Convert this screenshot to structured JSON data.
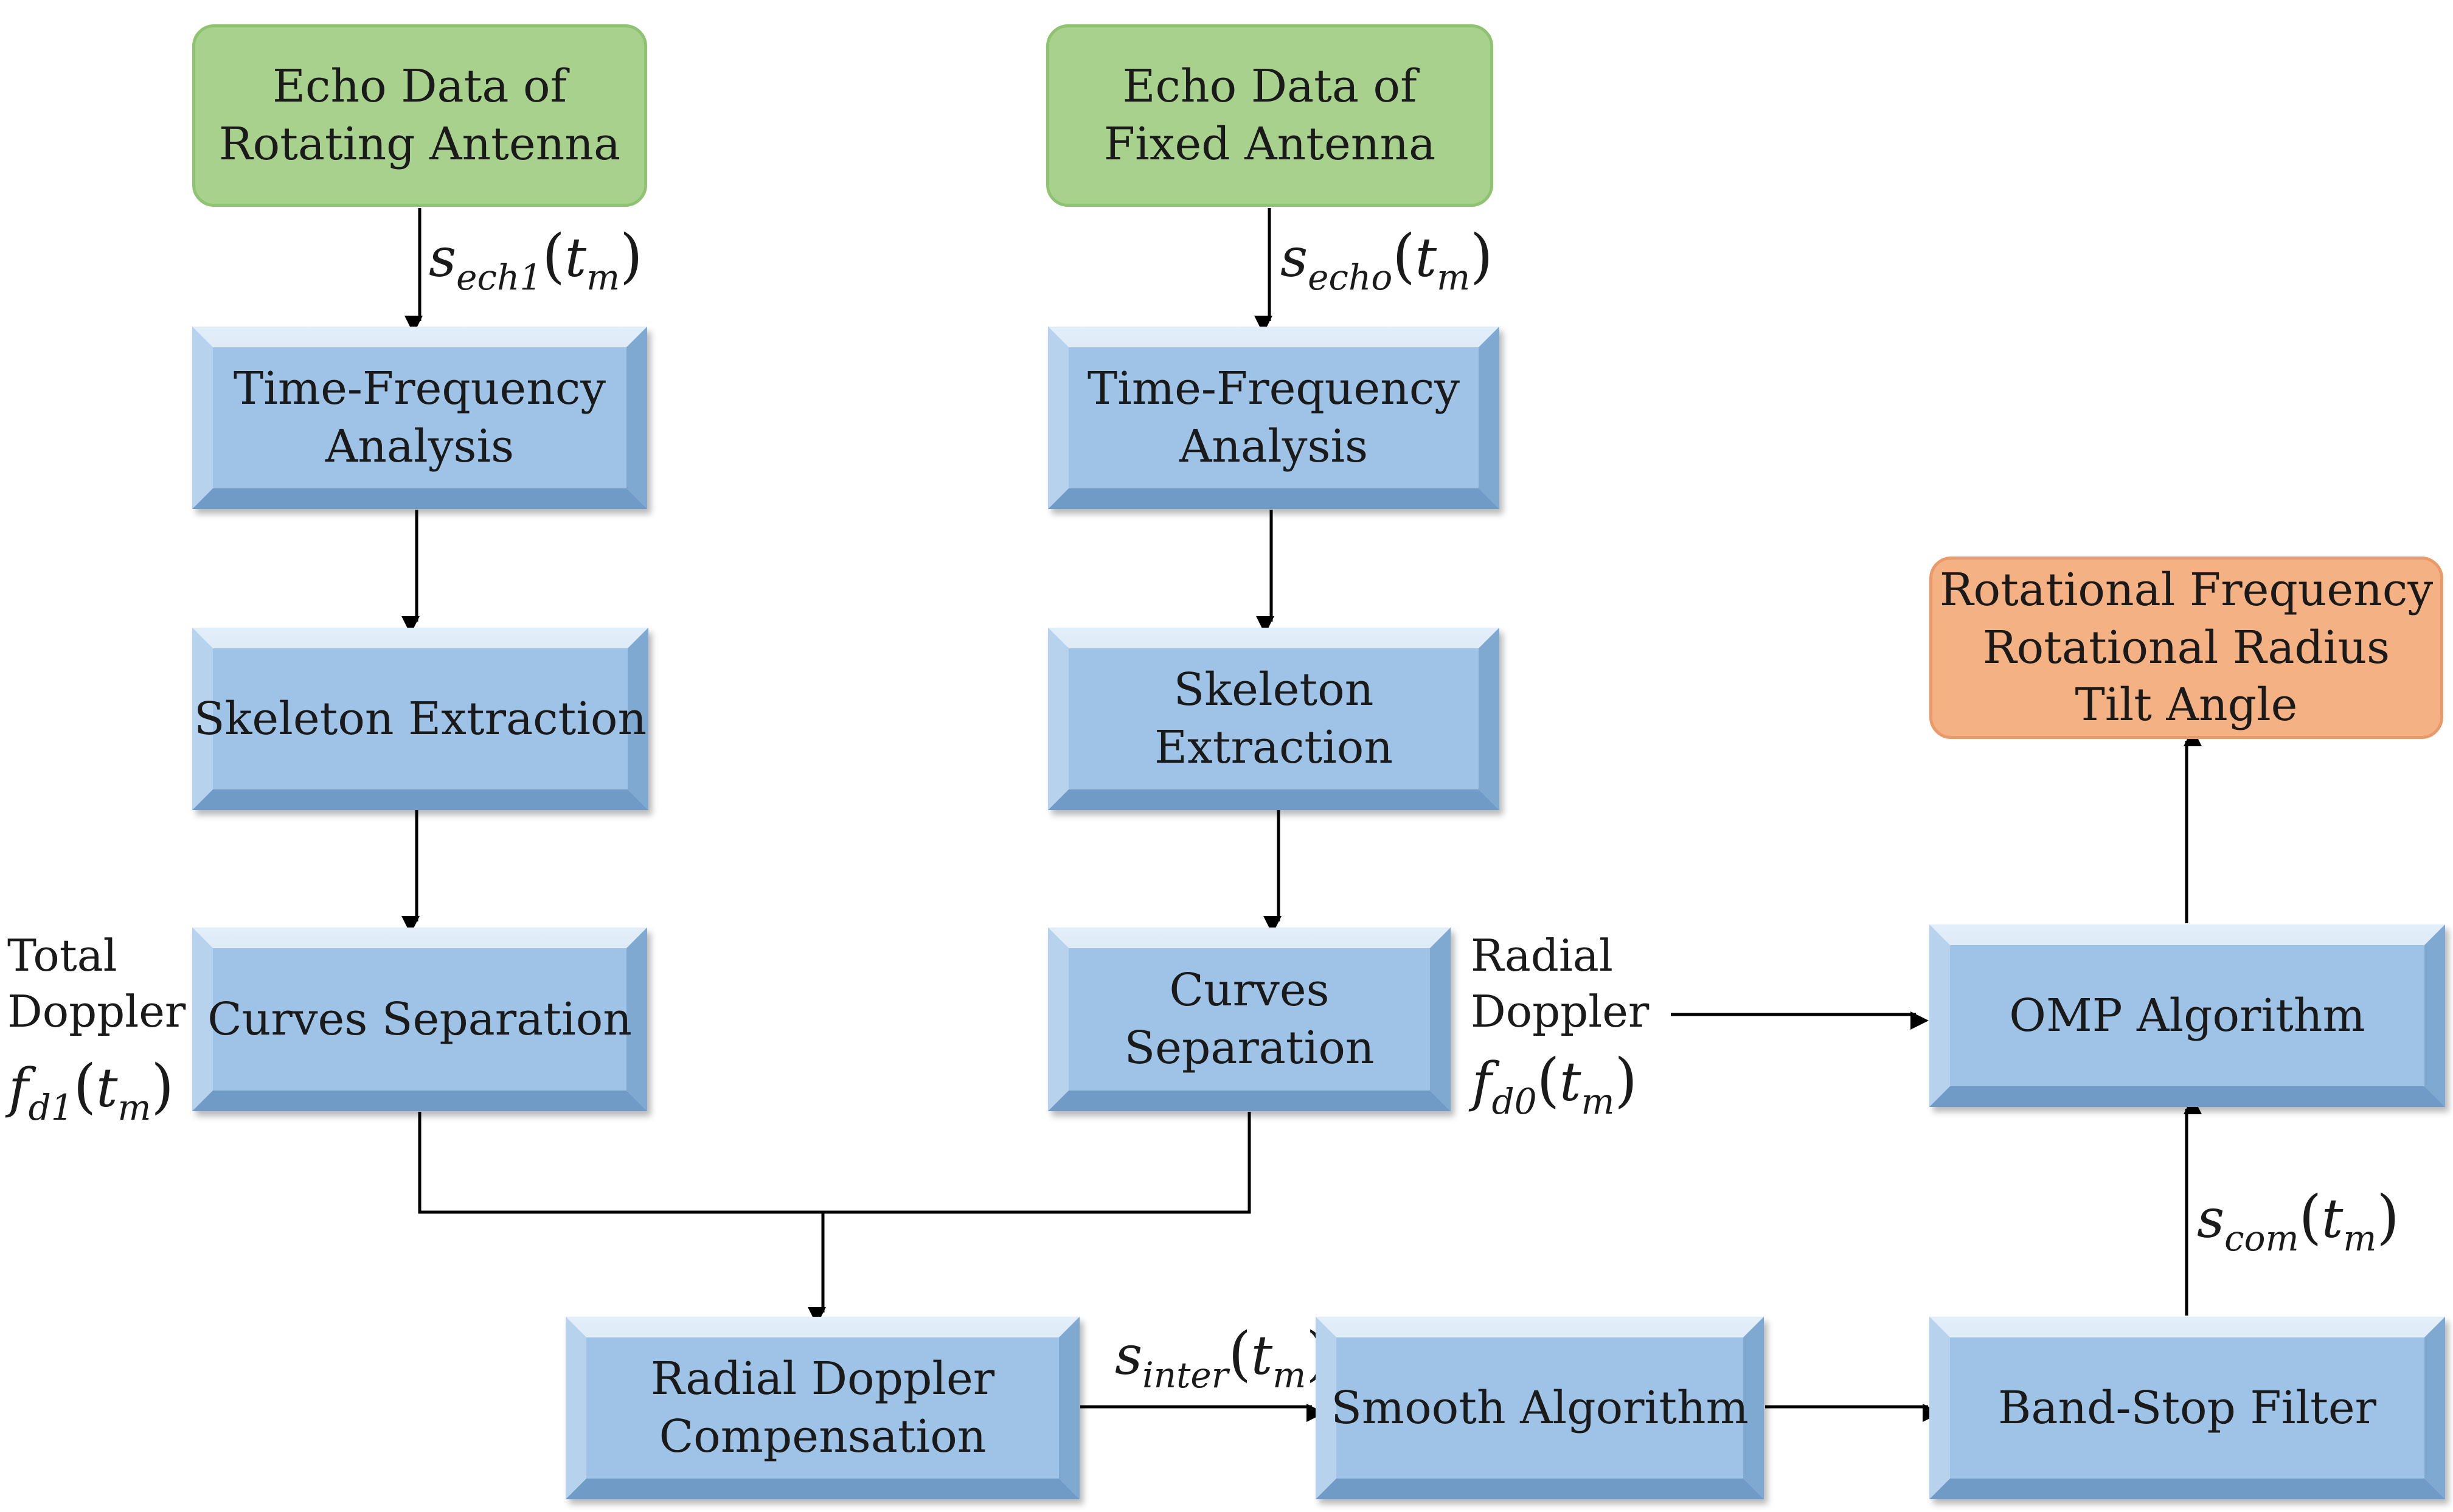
{
  "nodes": {
    "echo_rotating": "Echo Data of\nRotating Antenna",
    "echo_fixed": "Echo Data of\nFixed Antenna",
    "tfa_left": "Time-Frequency\nAnalysis",
    "tfa_right": "Time-Frequency\nAnalysis",
    "skeleton_left": "Skeleton Extraction",
    "skeleton_right": "Skeleton Extraction",
    "curves_left": "Curves Separation",
    "curves_right": "Curves\nSeparation",
    "rdc": "Radial Doppler\nCompensation",
    "smooth": "Smooth Algorithm",
    "bandstop": "Band-Stop Filter",
    "omp": "OMP Algorithm",
    "output": "Rotational Frequency\nRotational Radius\nTilt Angle"
  },
  "labels": {
    "total_doppler": "Total\nDoppler",
    "radial_doppler": "Radial\nDoppler"
  },
  "math": {
    "s_ech1": {
      "base": "s",
      "sub": "ech1",
      "arg": "t",
      "arg_sub": "m"
    },
    "s_echo": {
      "base": "s",
      "sub": "echo",
      "arg": "t",
      "arg_sub": "m"
    },
    "f_d1": {
      "base": "f",
      "sub": "d1",
      "arg": "t",
      "arg_sub": "m"
    },
    "f_d0": {
      "base": "f",
      "sub": "d0",
      "arg": "t",
      "arg_sub": "m"
    },
    "s_inter": {
      "base": "s",
      "sub": "inter",
      "arg": "t",
      "arg_sub": "m"
    },
    "s_com": {
      "base": "s",
      "sub": "com",
      "arg": "t",
      "arg_sub": "m"
    }
  },
  "colors": {
    "input_fill": "#a9d18e",
    "process_fill": "#9ec3e6",
    "output_fill": "#f4b183",
    "connector": "#000000"
  }
}
